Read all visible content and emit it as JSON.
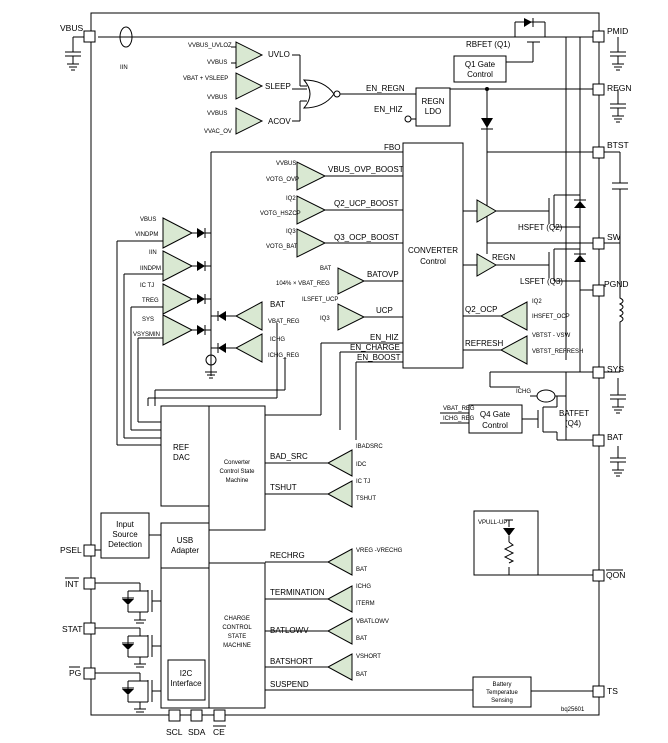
{
  "pins": {
    "vbus": "VBUS",
    "pmid": "PMID",
    "regn": "REGN",
    "btst": "BTST",
    "sw": "SW",
    "pgnd": "PGND",
    "sys": "SYS",
    "bat": "BAT",
    "qon": "QON",
    "ts": "TS",
    "psel": "PSEL",
    "int": "INT",
    "stat": "STAT",
    "pg": "PG",
    "scl": "SCL",
    "sda": "SDA",
    "ce": "CE"
  },
  "blocks": {
    "q1_gate": [
      "Q1 Gate",
      "Control"
    ],
    "regn_ldo": [
      "REGN",
      "LDO"
    ],
    "converter": [
      "CONVERTER",
      "Control"
    ],
    "ref_dac": [
      "REF",
      "DAC"
    ],
    "ccsm": [
      "Converter",
      "Control State",
      "Machine"
    ],
    "input_source": [
      "Input",
      "Source",
      "Detection"
    ],
    "usb_adapter": [
      "USB",
      "Adapter"
    ],
    "ccsm2": [
      "CHARGE",
      "CONTROL",
      "STATE",
      "MACHINE"
    ],
    "i2c": [
      "I2C",
      "Interface"
    ],
    "q4_gate": [
      "Q4 Gate",
      "Control"
    ],
    "battery_temp": [
      "Battery",
      "Temperatue",
      "Sensing"
    ]
  },
  "labels": {
    "rbfet": "RBFET (Q1)",
    "hsfet": "HSFET (Q2)",
    "lsfet": "LSFET (Q3)",
    "batfet": "BATFET",
    "batfet2": "(Q4)",
    "iin": "IIN",
    "uvlo": "UVLO",
    "sleep": "SLEEP",
    "acov": "ACOV",
    "en_regn": "EN_REGN",
    "en_hiz": "EN_HIZ",
    "fbo": "FBO",
    "vbus_ovp_boost": "VBUS_OVP_BOOST",
    "q2_ucp_boost": "Q2_UCP_BOOST",
    "q3_ocp_boost": "Q3_OCP_BOOST",
    "batovp": "BATOVP",
    "ucp": "UCP",
    "q2_ocp": "Q2_OCP",
    "refresh": "REFRESH",
    "en_hiz2": "EN_HIZ",
    "en_charge": "EN_CHARGE",
    "en_boost": "EN_BOOST",
    "regn_drv": "REGN",
    "bad_src": "BAD_SRC",
    "tshut": "TSHUT",
    "rechrg": "RECHRG",
    "termination": "TERMINATION",
    "batlowv": "BATLOWV",
    "batshort": "BATSHORT",
    "suspend": "SUSPEND",
    "bat_fb": "BAT",
    "vbat_reg": "VBAT_REG",
    "ichg": "ICHG",
    "ichg_reg": "ICHG_REG",
    "pullup": "VPULL-UP",
    "part": "bq25601",
    "ichg_q4": "ICHG",
    "vbat_reg_q4": "VBAT_REG",
    "ichg_reg_q4": "ICHG_REG"
  },
  "comparators": {
    "uvlo_in": [
      "VVBUS_UVLOZ",
      "VVBUS"
    ],
    "sleep_in": [
      "VBAT + VSLEEP",
      "VVBUS"
    ],
    "acov_in": [
      "VVBUS",
      "VVAC_OV"
    ],
    "vbus_ovp_in": [
      "VVBUS",
      "VOTG_OVP"
    ],
    "q2ucp_in": [
      "IQ2",
      "VOTG_HSZCP"
    ],
    "q3ocp_in": [
      "IQ3",
      "VOTG_BAT"
    ],
    "batovp_in": [
      "104% × VBAT_REG",
      "BAT"
    ],
    "ucp_in": [
      "ILSFET_UCP",
      "IQ3"
    ],
    "q2ocp_in": [
      "IQ2",
      "IHSFET_OCP"
    ],
    "refresh_in": [
      "VBTST - VSW",
      "VBTST_REFRESH"
    ],
    "badsrc_in": [
      "IBADSRC",
      "IDC"
    ],
    "tshut_in": [
      "IC TJ",
      "TSHUT"
    ],
    "rechrg_in": [
      "VREG -VRECHG",
      "BAT"
    ],
    "term_in": [
      "ICHG",
      "ITERM"
    ],
    "batlowv_in": [
      "VBATLOWV",
      "BAT"
    ],
    "batshort_in": [
      "VSHORT",
      "BAT"
    ]
  },
  "amplifiers": {
    "a1_in": [
      "VBUS",
      "VINDPM"
    ],
    "a2_in": [
      "IIN",
      "IINDPM"
    ],
    "a3_in": [
      "IC TJ",
      "TREG"
    ],
    "a4_in": [
      "SYS",
      "VSYSMIN"
    ]
  }
}
